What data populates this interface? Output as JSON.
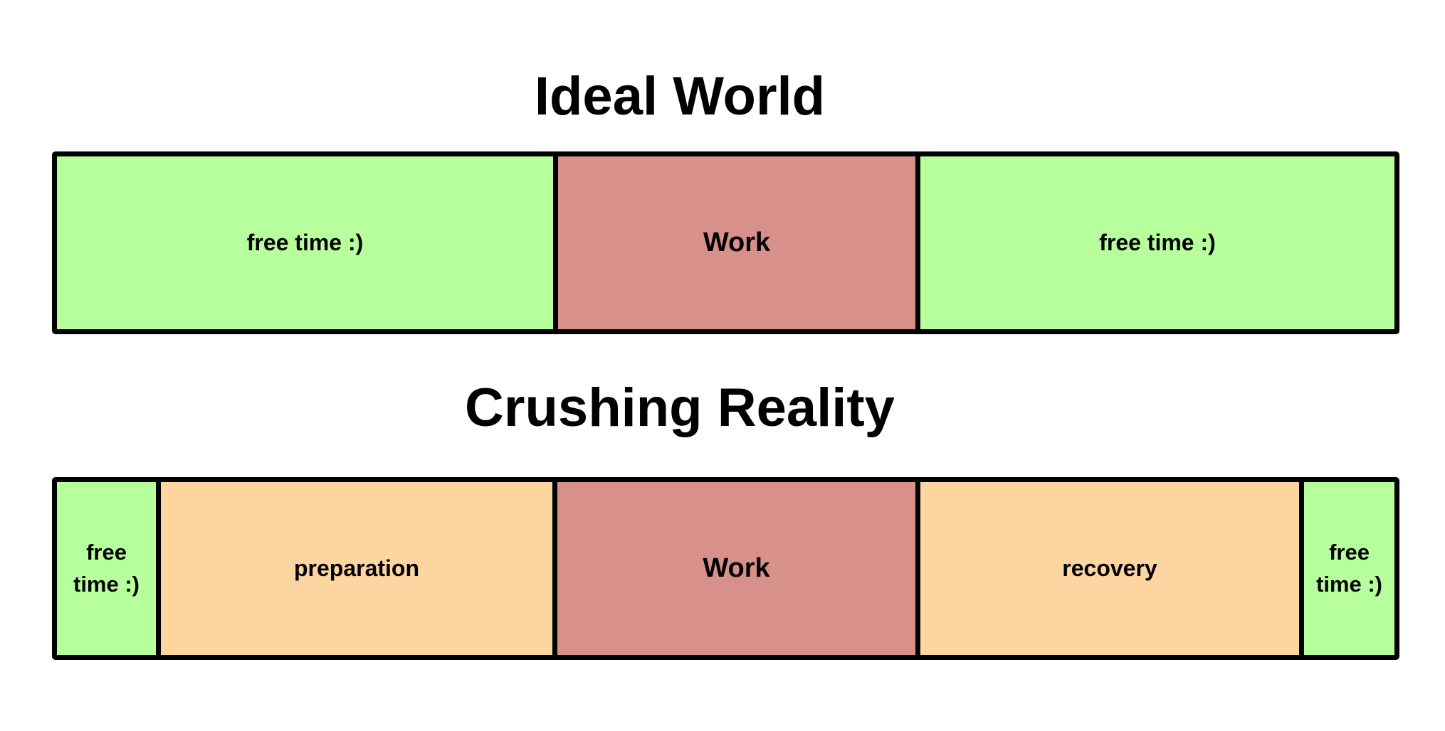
{
  "ideal": {
    "title": "Ideal World",
    "segments": [
      {
        "id": "free-1",
        "label": "free time :)"
      },
      {
        "id": "work",
        "label": "Work"
      },
      {
        "id": "free-2",
        "label": "free time :)"
      }
    ]
  },
  "reality": {
    "title": "Crushing Reality",
    "segments": [
      {
        "id": "free-1",
        "label": "free time :)"
      },
      {
        "id": "preparation",
        "label": "preparation"
      },
      {
        "id": "work",
        "label": "Work"
      },
      {
        "id": "recovery",
        "label": "recovery"
      },
      {
        "id": "free-2",
        "label": "free time :)"
      }
    ]
  },
  "colors": {
    "free_time": "#b7fe9c",
    "work": "#d7918a",
    "preparation_recovery": "#fcd5a0",
    "border": "#000000"
  }
}
